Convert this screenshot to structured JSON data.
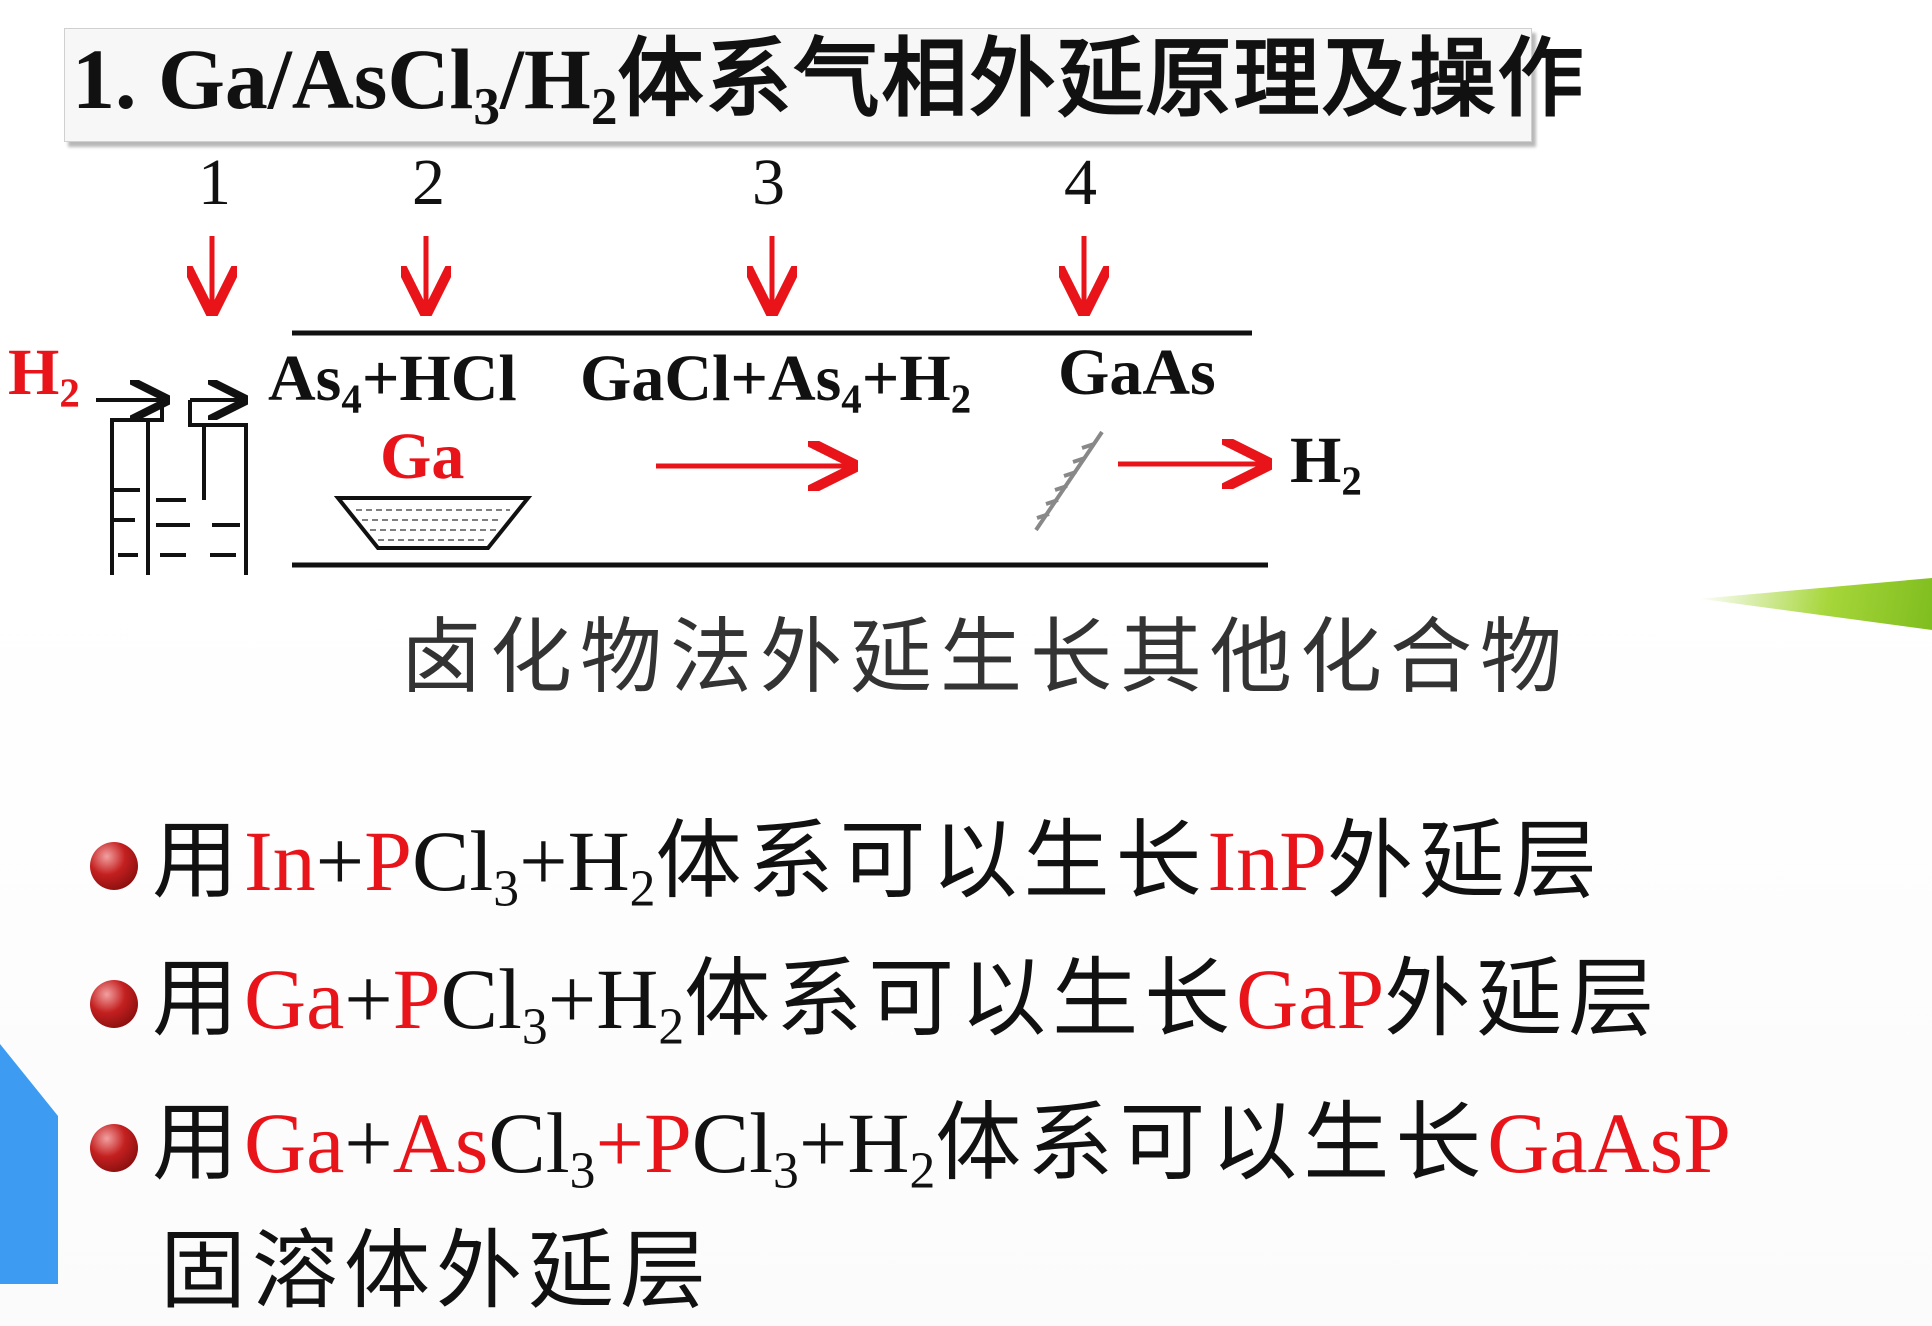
{
  "diagram": {
    "title_prefix": "1. Ga/AsCl",
    "title_sub1": "3",
    "title_mid": "/H",
    "title_sub2": "2",
    "title_rest": "体系气相外延原理及操作",
    "stage_numbers": [
      "1",
      "2",
      "3",
      "4"
    ],
    "h2_inlet": {
      "text": "H",
      "sub": "2"
    },
    "zone2": {
      "a": "As",
      "a_sub": "4",
      "b": "+HCl"
    },
    "gallium_label": "Ga",
    "zone3": {
      "a": "GaCl+As",
      "a_sub": "4",
      "b": "+H",
      "b_sub": "2"
    },
    "zone4": "GaAs",
    "h2_outlet": {
      "text": "H",
      "sub": "2"
    },
    "colors": {
      "accent": "#e8141a",
      "ink": "#111111"
    }
  },
  "lower": {
    "title": "卤化物法外延生长其他化合物",
    "bullets": [
      {
        "parts": [
          {
            "t": "用",
            "c": "k"
          },
          {
            "t": "In+PCl",
            "c": "r",
            "mix": [
              [
                "In+",
                "r"
              ],
              [
                "PCl",
                "r"
              ]
            ]
          }
        ]
      }
    ],
    "line1": {
      "a": "用",
      "b": "In",
      "c": "+",
      "d": "P",
      "e": "Cl",
      "e_sub": "3",
      "f": "+H",
      "f_sub": "2",
      "g": "体系可以生长",
      "h": "InP",
      "i": "外延层"
    },
    "line2": {
      "a": "用",
      "b": "Ga",
      "c": "+",
      "d": "P",
      "e": "Cl",
      "e_sub": "3",
      "f": "+H",
      "f_sub": "2",
      "g": "体系可以生长",
      "h": "GaP",
      "i": "外延层"
    },
    "line3": {
      "a": "用",
      "b": "Ga",
      "c": "+",
      "d": "As",
      "e": "Cl",
      "e_sub": "3",
      "f": "+P",
      "g": "Cl",
      "g_sub": "3",
      "h": "+H",
      "h_sub": "2",
      "i": "体系可以生长",
      "j": "GaAsP"
    },
    "line3_cont": "固溶体外延层"
  }
}
